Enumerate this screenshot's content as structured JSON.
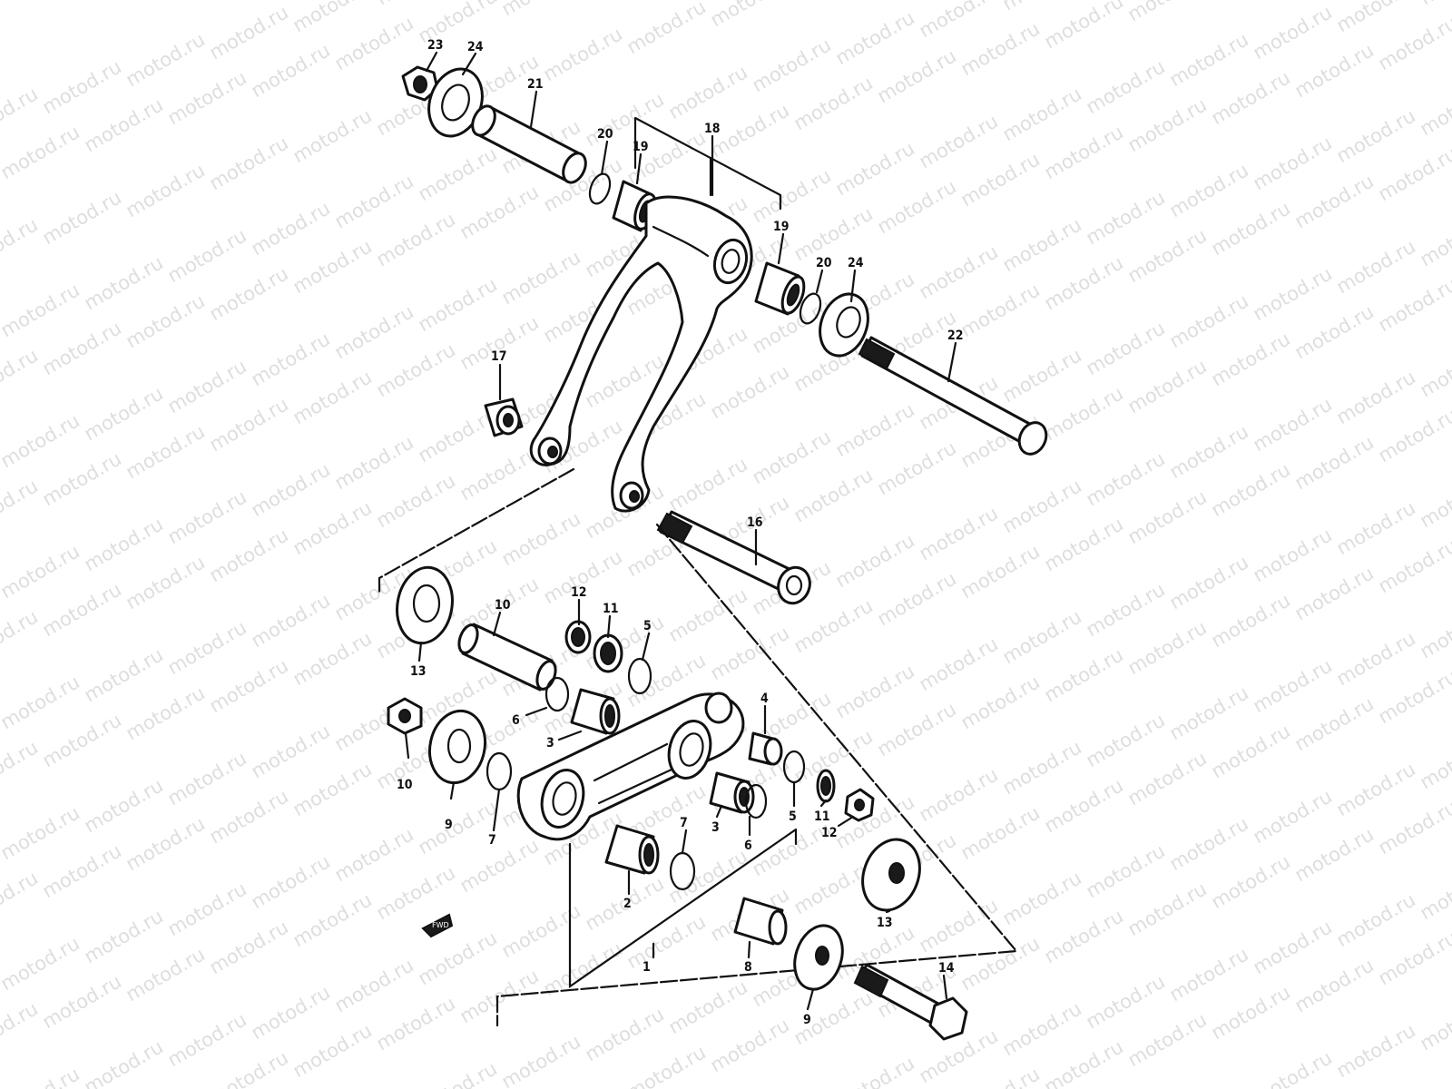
{
  "watermark": "motod.ru",
  "callouts": [
    {
      "id": "c23a",
      "text": "23"
    },
    {
      "id": "c24a",
      "text": "24"
    },
    {
      "id": "c21",
      "text": "21"
    },
    {
      "id": "c20a",
      "text": "20"
    },
    {
      "id": "c19a",
      "text": "19"
    },
    {
      "id": "c18",
      "text": "18"
    },
    {
      "id": "c19b",
      "text": "19"
    },
    {
      "id": "c20b",
      "text": "20"
    },
    {
      "id": "c24b",
      "text": "24"
    },
    {
      "id": "c22",
      "text": "22"
    },
    {
      "id": "c17",
      "text": "17"
    },
    {
      "id": "c16",
      "text": "16"
    },
    {
      "id": "c13a",
      "text": "13"
    },
    {
      "id": "c10a",
      "text": "10"
    },
    {
      "id": "c12a",
      "text": "12"
    },
    {
      "id": "c11a",
      "text": "11"
    },
    {
      "id": "c5a",
      "text": "5"
    },
    {
      "id": "c6a",
      "text": "6"
    },
    {
      "id": "c3a",
      "text": "3"
    },
    {
      "id": "c10b",
      "text": "10"
    },
    {
      "id": "c9a",
      "text": "9"
    },
    {
      "id": "c7a",
      "text": "7"
    },
    {
      "id": "c4",
      "text": "4"
    },
    {
      "id": "c3b",
      "text": "3"
    },
    {
      "id": "c6b",
      "text": "6"
    },
    {
      "id": "c5b",
      "text": "5"
    },
    {
      "id": "c11b",
      "text": "11"
    },
    {
      "id": "c12b",
      "text": "12"
    },
    {
      "id": "c7b",
      "text": "7"
    },
    {
      "id": "c2",
      "text": "2"
    },
    {
      "id": "c13b",
      "text": "13"
    },
    {
      "id": "c1",
      "text": "1"
    },
    {
      "id": "c8",
      "text": "8"
    },
    {
      "id": "c9b",
      "text": "9"
    },
    {
      "id": "c14",
      "text": "14"
    }
  ],
  "front_marker": "FWD"
}
